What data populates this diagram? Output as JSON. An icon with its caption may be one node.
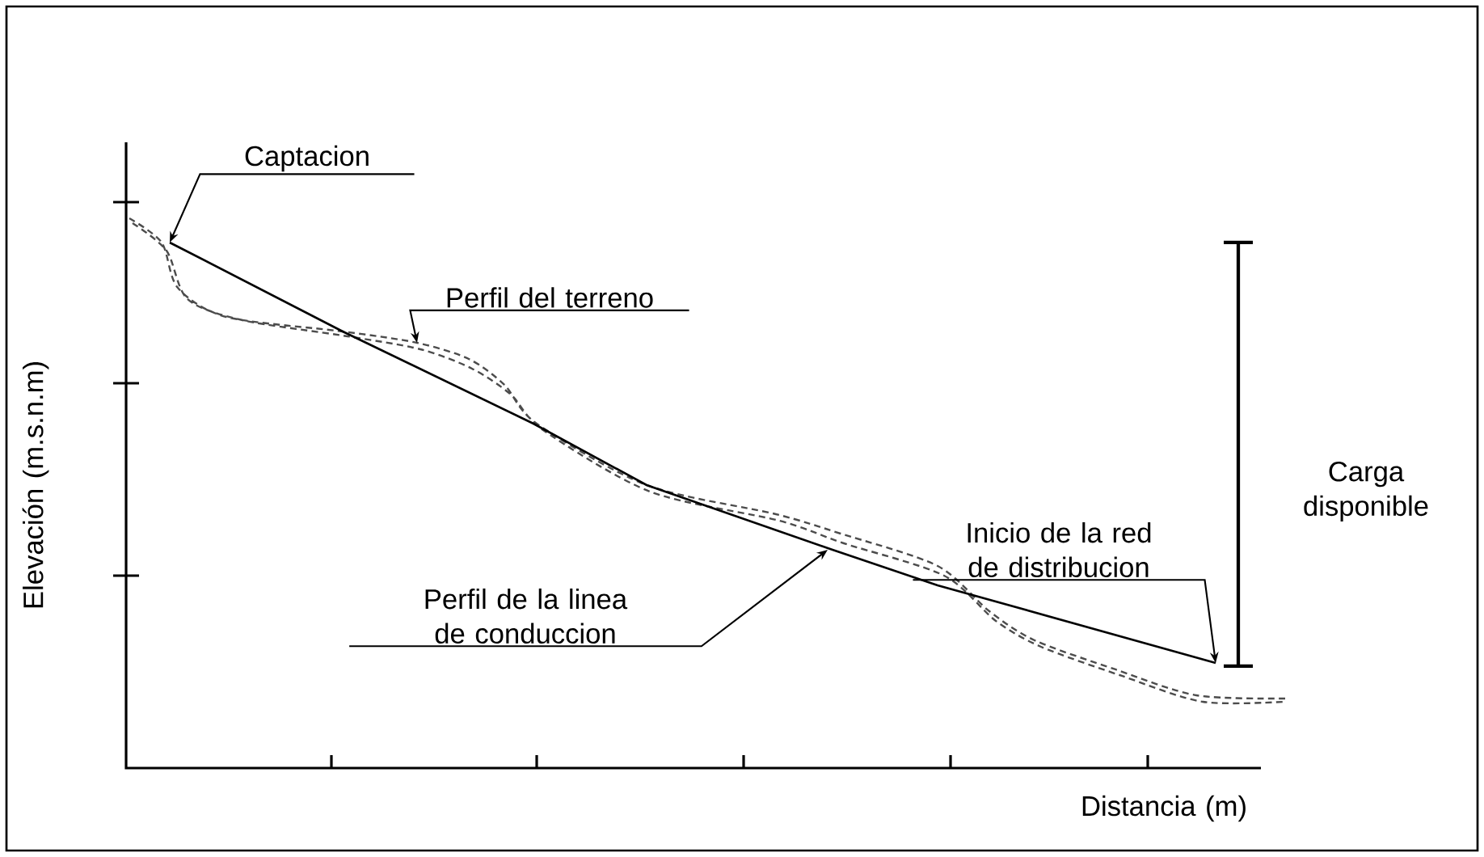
{
  "diagram": {
    "nodes": [
      {
        "text": [
          "Captacion"
        ]
      },
      {
        "text": [
          "Perfil del terreno"
        ]
      },
      {
        "text": [
          "Perfil de la linea de conduccion"
        ]
      },
      {
        "text": [
          "Inicio de la red de distribucion"
        ]
      }
    ],
    "edges": [
      {
        "from": 0,
        "to": null,
        "arrow": "to"
      },
      {
        "from": 1,
        "to": null,
        "arrow": "to"
      },
      {
        "from": 2,
        "to": null,
        "arrow": "to"
      },
      {
        "from": 3,
        "to": null,
        "arrow": "to"
      }
    ],
    "labels": [
      "Elevación (m.s.n.m)",
      "Carga disponible",
      "Distancia (m)"
    ]
  }
}
